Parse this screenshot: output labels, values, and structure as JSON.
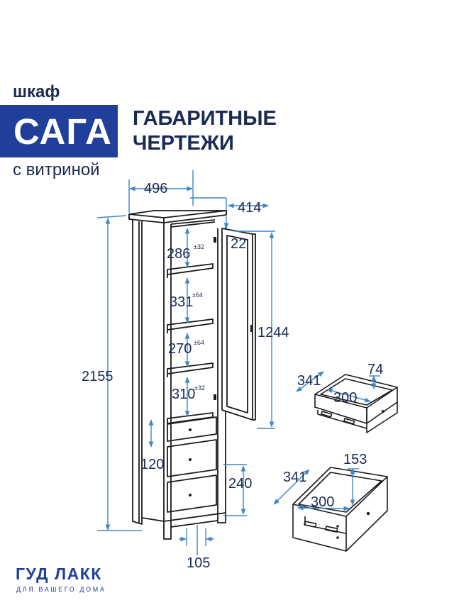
{
  "header": {
    "type_label": "шкаф",
    "name": "САГА",
    "subtitle": "с витриной",
    "heading_line1": "ГАБАРИТНЫЕ",
    "heading_line2": "ЧЕРТЕЖИ"
  },
  "dimensions": {
    "width": "496",
    "depth": "414",
    "top_offset": "22",
    "height_total": "2155",
    "door_height": "1244",
    "shelf_1": "286",
    "shelf_1_tol": "±32",
    "shelf_2": "331",
    "shelf_2_tol": "±64",
    "shelf_3": "270",
    "shelf_3_tol": "±64",
    "shelf_4": "310",
    "shelf_4_tol": "±32",
    "small_drawer": "120",
    "big_drawer": "240",
    "leg": "105"
  },
  "drawer_small": {
    "depth": "341",
    "width": "300",
    "height": "74"
  },
  "drawer_big": {
    "depth": "341",
    "width": "300",
    "height": "153"
  },
  "footer": {
    "brand": "ГУД ЛАКК",
    "tagline": "ДЛЯ ВАШЕГО ДОМА"
  },
  "colors": {
    "brand_blue": "#1f3f9b",
    "dimension_blue": "#3d86c6",
    "outline": "#1b1b1b"
  }
}
